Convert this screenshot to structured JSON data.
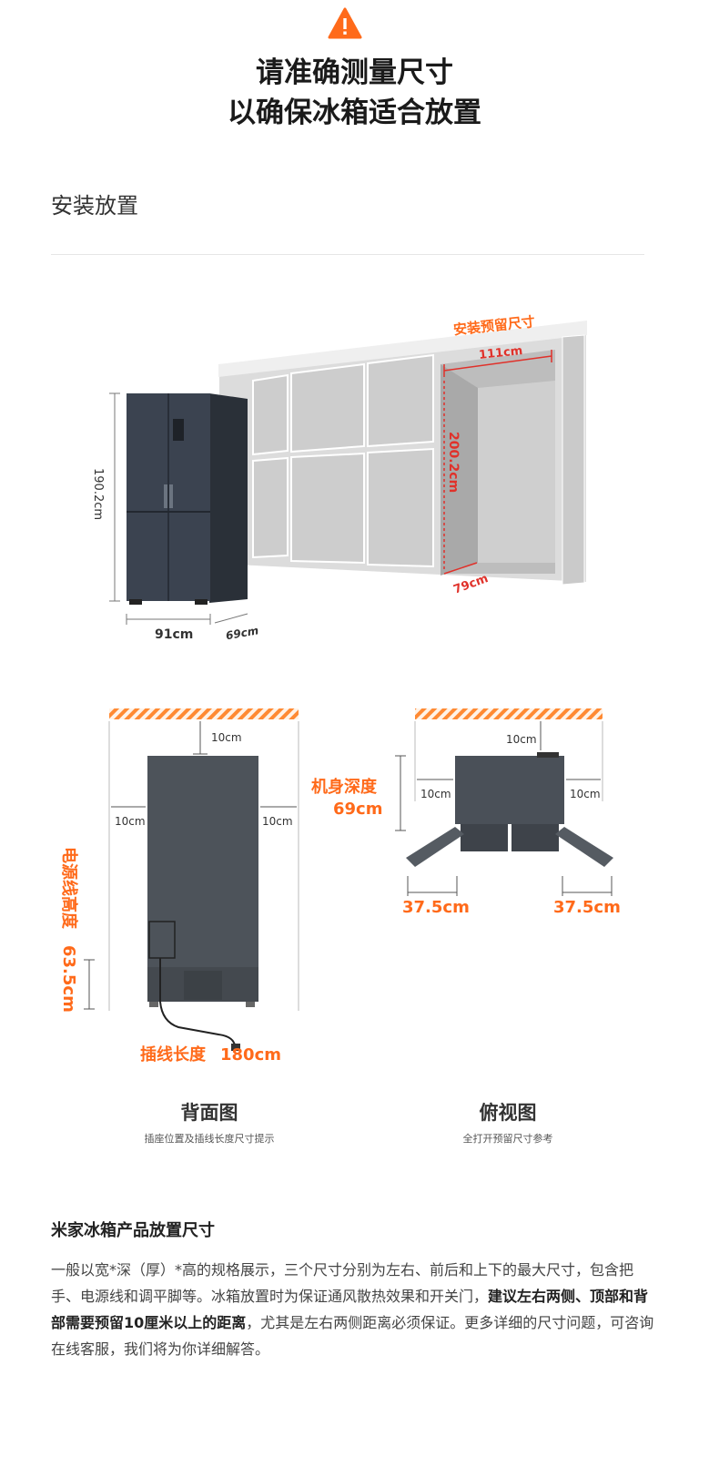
{
  "header": {
    "line1": "请准确测量尺寸",
    "line2": "以确保冰箱适合放置",
    "warning_icon": "warning-triangle-icon",
    "accent": "#ff6a1a"
  },
  "section": {
    "title": "安装放置"
  },
  "install": {
    "title": "安装预留尺寸",
    "width": "111cm",
    "height": "200.2cm",
    "depth": "79cm"
  },
  "fridge": {
    "height": "190.2cm",
    "width": "91cm",
    "depth": "69cm"
  },
  "back_view": {
    "top_gap": "10cm",
    "left_gap": "10cm",
    "right_gap": "10cm",
    "power_label": "电源线高度",
    "power_value": "63.5cm",
    "cord_label": "插线长度",
    "cord_value": "180cm",
    "caption": "背面图",
    "caption_sub": "插座位置及插线长度尺寸提示"
  },
  "top_view": {
    "top_gap": "10cm",
    "left_gap": "10cm",
    "right_gap": "10cm",
    "depth_label": "机身深度",
    "depth_value": "69cm",
    "door_left": "37.5cm",
    "door_right": "37.5cm",
    "caption": "俯视图",
    "caption_sub": "全打开预留尺寸参考"
  },
  "info": {
    "title": "米家冰箱产品放置尺寸",
    "text_part1": "一般以宽*深（厚）*高的规格展示，三个尺寸分别为左右、前后和上下的最大尺寸，包含把手、电源线和调平脚等。冰箱放置时为保证通风散热效果和开关门，",
    "text_bold": "建议左右两侧、顶部和背部需要预留10厘米以上的距离",
    "text_part2": "，尤其是左右两侧距离必须保证。更多详细的尺寸问题，可咨询在线客服，我们将为你详细解答。"
  }
}
